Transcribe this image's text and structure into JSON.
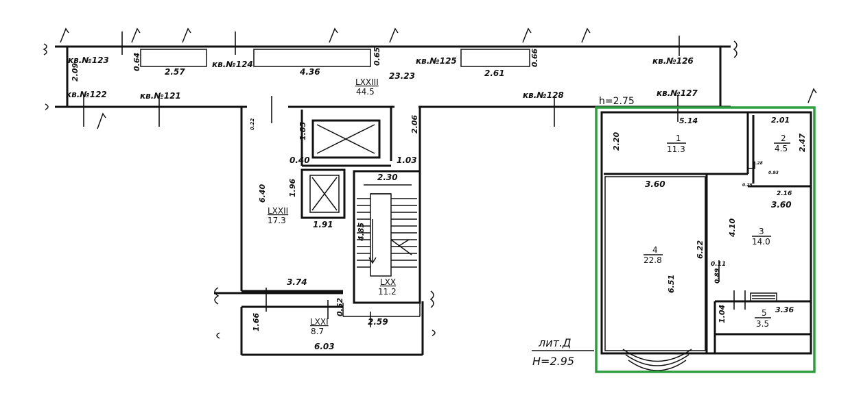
{
  "apartments": {
    "a123": "кв.№123",
    "a124": "кв.№124",
    "a125": "кв.№125",
    "a126": "кв.№126",
    "a122": "кв.№122",
    "a121": "кв.№121",
    "a128": "кв.№128",
    "a127": "кв.№127"
  },
  "corridor_dims": {
    "d209": "2.09",
    "d064": "0.64",
    "d257": "2.57",
    "d436": "4.36",
    "d065": "0.65",
    "d2323": "23.23",
    "d261": "2.61",
    "d066": "0.66"
  },
  "rooms": {
    "lxxiii": {
      "num": "LXXIII",
      "area": "44.5"
    },
    "lxxii": {
      "num": "LXXII",
      "area": "17.3"
    },
    "lxx": {
      "num": "LXX",
      "area": "11.2"
    },
    "lxxi": {
      "num": "LXXI",
      "area": "8.7"
    },
    "r1": {
      "num": "1",
      "area": "11.3"
    },
    "r2": {
      "num": "2",
      "area": "4.5"
    },
    "r3": {
      "num": "3",
      "area": "14.0"
    },
    "r4": {
      "num": "4",
      "area": "22.8"
    },
    "r5": {
      "num": "5",
      "area": "3.5"
    }
  },
  "stair_dims": {
    "d185": "1.85",
    "d040": "0.40",
    "d206": "2.06",
    "d103": "1.03",
    "d196": "1.96",
    "d230": "2.30",
    "d191": "1.91",
    "d485": "4.85",
    "d640": "6.40",
    "d374": "3.74",
    "d052": "0.52",
    "d166": "1.66",
    "d259": "2.59",
    "d603": "6.03",
    "d002": "0.22"
  },
  "flat_dims": {
    "height_top": "h=2.75",
    "d514": "5.14",
    "d220": "2.20",
    "d201": "2.01",
    "d247": "2.47",
    "d360a": "3.60",
    "d360b": "3.60",
    "d216": "2.16",
    "d622": "6.22",
    "d410": "4.10",
    "d651": "6.51",
    "d011": "0.11",
    "d089": "0.89",
    "d104": "1.04",
    "d336": "3.36",
    "s1": "0.28",
    "s2": "0.93",
    "s3": "0.25"
  },
  "lit": {
    "label": "лит.Д",
    "height": "H=2.95"
  },
  "colors": {
    "line": "#111111",
    "highlight": "#2e9e3f"
  }
}
